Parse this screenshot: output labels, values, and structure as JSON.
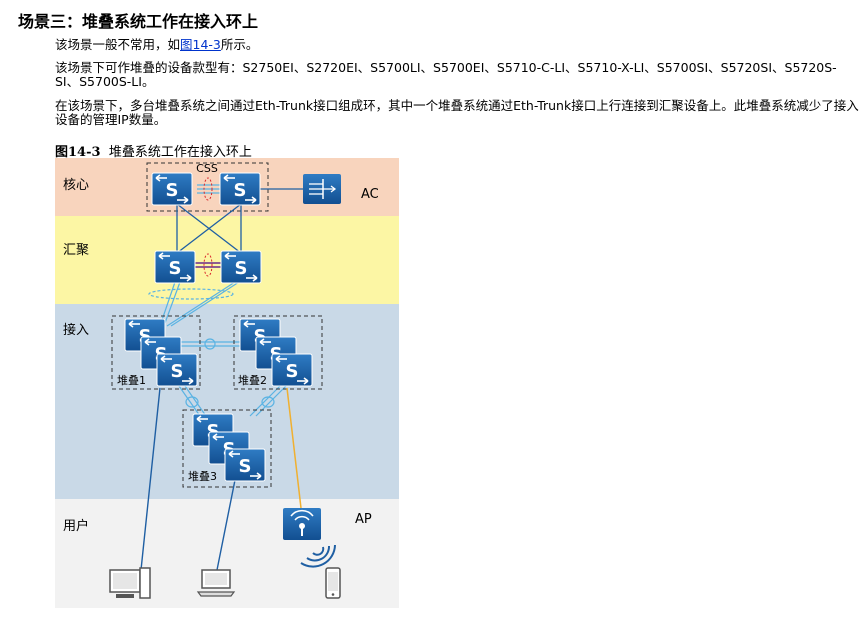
{
  "heading": "场景三：堆叠系统工作在接入环上",
  "para1": {
    "before": "该场景一般不常用，如",
    "link": "图14-3",
    "after": "所示。"
  },
  "para2": "该场景下可作堆叠的设备款型有：S2750EI、S2720EI、S5700LI、S5700EI、S5710-C-LI、S5710-X-LI、S5700SI、S5720SI、S5720S-SI、S5700S-LI。",
  "para3": "在该场景下，多台堆叠系统之间通过Eth-Trunk接口组成环，其中一个堆叠系统通过Eth-Trunk接口上行连接到汇聚设备上。此堆叠系统减少了接入设备的管理IP数量。",
  "figure": {
    "number": "图14-3",
    "caption": "堆叠系统工作在接入环上"
  },
  "diagram": {
    "layers": {
      "core": "核心",
      "aggregation": "汇聚",
      "access": "接入",
      "user": "用户"
    },
    "css_label": "CSS",
    "ac_label": "AC",
    "ap_label": "AP",
    "switch_letter": "S",
    "stacks": [
      "堆叠1",
      "堆叠2",
      "堆叠3"
    ],
    "colors": {
      "core_band": "#f8d4bd",
      "aggregation_band": "#fcf6a4",
      "access_band": "#c9d9e7",
      "user_band": "#f2f2f2",
      "device": "#1a62aa",
      "link": "#1f5fa3",
      "stack_link": "#5ab3e3",
      "ap_link": "#f0b030",
      "css_ring": "#d9262b"
    }
  }
}
